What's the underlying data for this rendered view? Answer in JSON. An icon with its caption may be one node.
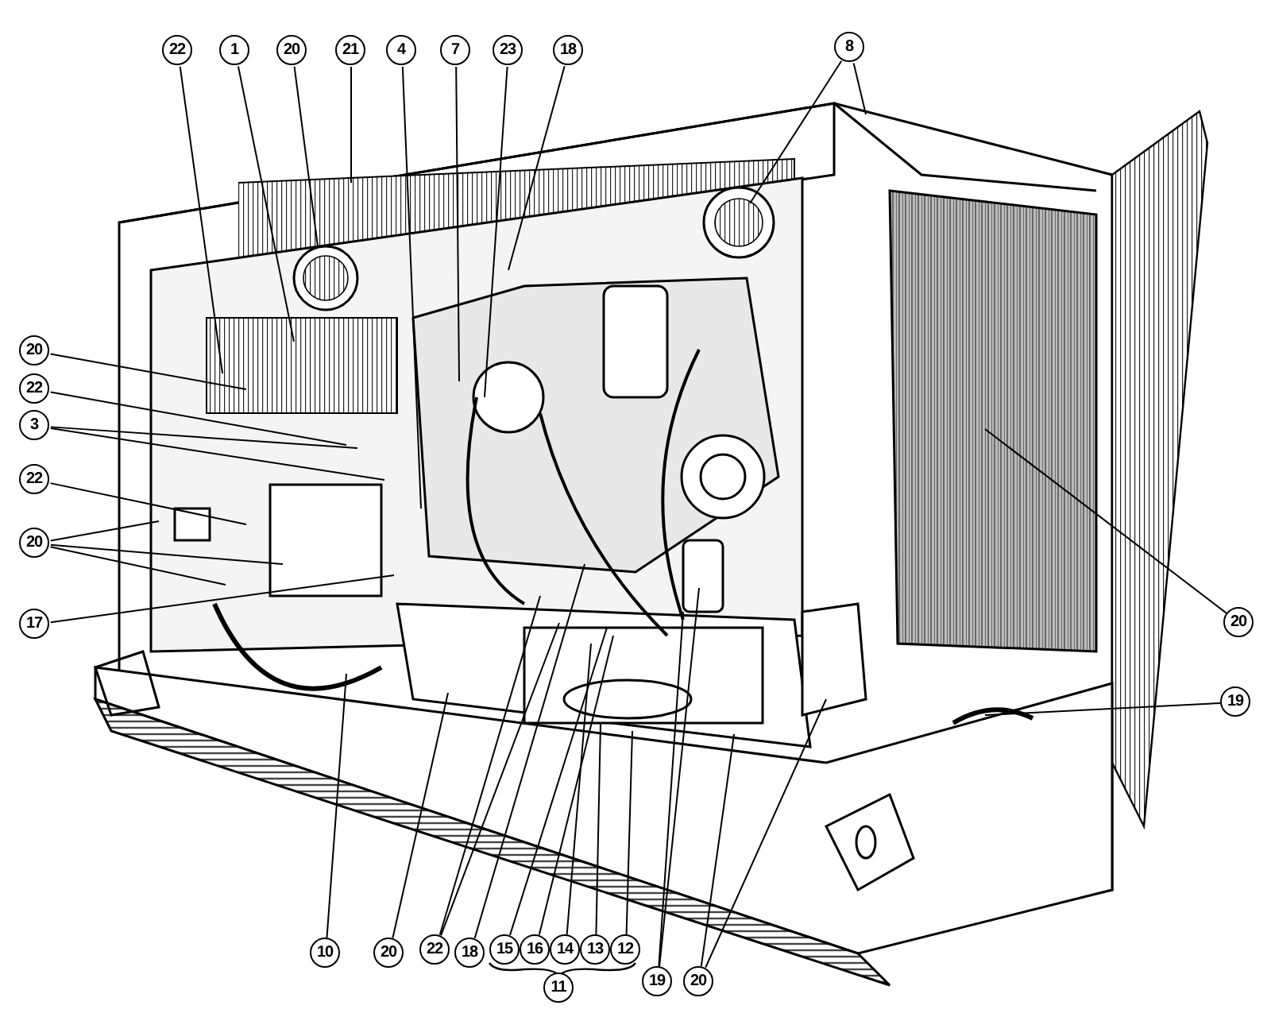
{
  "diagram": {
    "nodes": [
      {
        "text": [
          "22"
        ]
      },
      {
        "text": [
          "1"
        ]
      },
      {
        "text": [
          "20"
        ]
      },
      {
        "text": [
          "21"
        ]
      },
      {
        "text": [
          "4"
        ]
      },
      {
        "text": [
          "7"
        ]
      },
      {
        "text": [
          "23"
        ]
      },
      {
        "text": [
          "18"
        ]
      },
      {
        "text": [
          "8"
        ]
      },
      {
        "text": [
          "20"
        ]
      },
      {
        "text": [
          "22"
        ]
      },
      {
        "text": [
          "3"
        ]
      },
      {
        "text": [
          "22"
        ]
      },
      {
        "text": [
          "20"
        ]
      },
      {
        "text": [
          "17"
        ]
      },
      {
        "text": [
          "20"
        ]
      },
      {
        "text": [
          "19"
        ]
      },
      {
        "text": [
          "10"
        ]
      },
      {
        "text": [
          "20"
        ]
      },
      {
        "text": [
          "22"
        ]
      },
      {
        "text": [
          "18"
        ]
      },
      {
        "text": [
          "15"
        ]
      },
      {
        "text": [
          "16"
        ]
      },
      {
        "text": [
          "14"
        ]
      },
      {
        "text": [
          "13"
        ]
      },
      {
        "text": [
          "12"
        ]
      },
      {
        "text": [
          "19"
        ]
      },
      {
        "text": [
          "20"
        ]
      },
      {
        "text": [
          "11"
        ]
      }
    ],
    "edges": [
      {
        "from": 0,
        "to": null,
        "arrow": "none"
      },
      {
        "from": 1,
        "to": null,
        "arrow": "none"
      },
      {
        "from": 2,
        "to": null,
        "arrow": "none"
      },
      {
        "from": 3,
        "to": null,
        "arrow": "none"
      },
      {
        "from": 4,
        "to": null,
        "arrow": "none"
      },
      {
        "from": 5,
        "to": null,
        "arrow": "none"
      },
      {
        "from": 6,
        "to": null,
        "arrow": "none"
      },
      {
        "from": 7,
        "to": null,
        "arrow": "none"
      },
      {
        "from": 8,
        "to": null,
        "arrow": "none"
      },
      {
        "from": 8,
        "to": null,
        "arrow": "none"
      },
      {
        "from": 9,
        "to": null,
        "arrow": "none"
      },
      {
        "from": 10,
        "to": null,
        "arrow": "none"
      },
      {
        "from": 11,
        "to": null,
        "arrow": "none"
      },
      {
        "from": 11,
        "to": null,
        "arrow": "none"
      },
      {
        "from": 12,
        "to": null,
        "arrow": "none"
      },
      {
        "from": 13,
        "to": null,
        "arrow": "none"
      },
      {
        "from": 13,
        "to": null,
        "arrow": "none"
      },
      {
        "from": 13,
        "to": null,
        "arrow": "none"
      },
      {
        "from": 14,
        "to": null,
        "arrow": "none"
      },
      {
        "from": 15,
        "to": null,
        "arrow": "none"
      },
      {
        "from": 16,
        "to": null,
        "arrow": "none"
      },
      {
        "from": 17,
        "to": null,
        "arrow": "none"
      },
      {
        "from": 18,
        "to": null,
        "arrow": "none"
      },
      {
        "from": 19,
        "to": null,
        "arrow": "none"
      },
      {
        "from": 19,
        "to": null,
        "arrow": "none"
      },
      {
        "from": 20,
        "to": null,
        "arrow": "none"
      },
      {
        "from": 21,
        "to": null,
        "arrow": "none"
      },
      {
        "from": 22,
        "to": null,
        "arrow": "none"
      },
      {
        "from": 23,
        "to": null,
        "arrow": "none"
      },
      {
        "from": 24,
        "to": null,
        "arrow": "none"
      },
      {
        "from": 25,
        "to": null,
        "arrow": "none"
      },
      {
        "from": 26,
        "to": null,
        "arrow": "none"
      },
      {
        "from": 26,
        "to": null,
        "arrow": "none"
      },
      {
        "from": 27,
        "to": null,
        "arrow": "none"
      },
      {
        "from": 27,
        "to": null,
        "arrow": "none"
      }
    ]
  }
}
